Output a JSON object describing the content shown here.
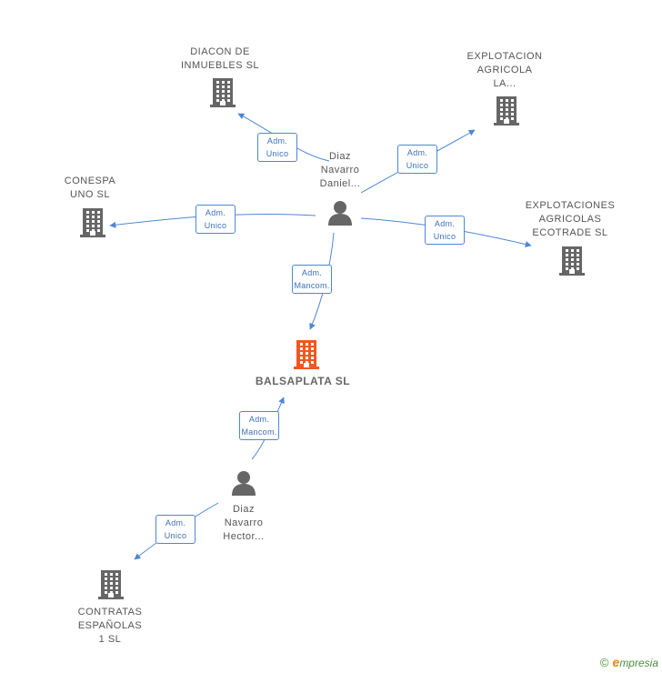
{
  "colors": {
    "edge": "#4f86d6",
    "node_building": "#666666",
    "node_building_main": "#f0581f",
    "node_person": "#666666",
    "label": "#555555",
    "brand_green": "#4a8f3a",
    "brand_orange": "#e38a17"
  },
  "nodes": [
    {
      "id": "balsaplata",
      "type": "company",
      "main": true,
      "label": [
        "BALSAPLATA SL"
      ]
    },
    {
      "id": "diaz-daniel",
      "type": "person",
      "label": [
        "Diaz",
        "Navarro",
        "Daniel..."
      ]
    },
    {
      "id": "diaz-hector",
      "type": "person",
      "label": [
        "Diaz",
        "Navarro",
        "Hector..."
      ]
    },
    {
      "id": "diacon",
      "type": "company",
      "label": [
        "DIACON DE",
        "INMUEBLES SL"
      ]
    },
    {
      "id": "explotacion-la",
      "type": "company",
      "label": [
        "EXPLOTACION",
        "AGRICOLA",
        "LA..."
      ]
    },
    {
      "id": "conespa",
      "type": "company",
      "label": [
        "CONESPA",
        "UNO  SL"
      ]
    },
    {
      "id": "ecotrade",
      "type": "company",
      "label": [
        "EXPLOTACIONES",
        "AGRICOLAS",
        "ECOTRADE SL"
      ]
    },
    {
      "id": "contratas",
      "type": "company",
      "label": [
        "CONTRATAS",
        "ESPAÑOLAS",
        "1  SL"
      ]
    }
  ],
  "edges": [
    {
      "from": "diaz-daniel",
      "to": "diacon",
      "label": [
        "Adm.",
        "Unico"
      ]
    },
    {
      "from": "diaz-daniel",
      "to": "explotacion-la",
      "label": [
        "Adm.",
        "Unico"
      ]
    },
    {
      "from": "diaz-daniel",
      "to": "conespa",
      "label": [
        "Adm.",
        "Unico"
      ]
    },
    {
      "from": "diaz-daniel",
      "to": "ecotrade",
      "label": [
        "Adm.",
        "Unico"
      ]
    },
    {
      "from": "diaz-daniel",
      "to": "balsaplata",
      "label": [
        "Adm.",
        "Mancom."
      ]
    },
    {
      "from": "diaz-hector",
      "to": "balsaplata",
      "label": [
        "Adm.",
        "Mancom."
      ]
    },
    {
      "from": "diaz-hector",
      "to": "contratas",
      "label": [
        "Adm.",
        "Unico"
      ]
    }
  ],
  "brand": {
    "copyright": "©",
    "name_initial": "e",
    "name_rest": "mpresia"
  }
}
